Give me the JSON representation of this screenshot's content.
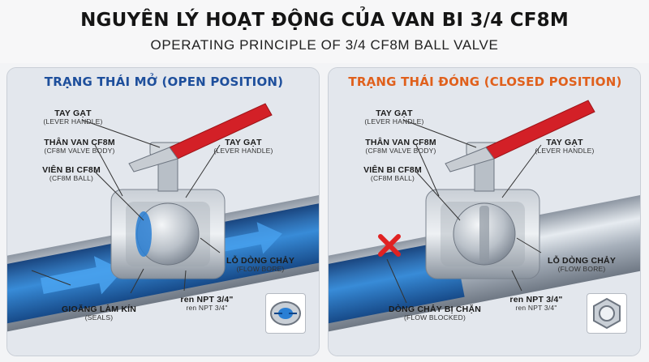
{
  "title": "NGUYÊN LÝ HOẠT ĐỘNG CỦA VAN BI 3/4 CF8M",
  "subtitle": "OPERATING PRINCIPLE OF 3/4 CF8M BALL VALVE",
  "colors": {
    "open_accent": "#1e4f9c",
    "closed_accent": "#e0601c",
    "handle_red": "#d32027",
    "water_blue": "#2a7fd4",
    "blocked_red": "#e02222"
  },
  "open_panel": {
    "title": "TRẠNG THÁI MỞ (OPEN POSITION)",
    "labels": {
      "lever_left": {
        "main": "TAY GẠT",
        "sub": "(LEVER HANDLE)"
      },
      "body": {
        "main": "THÂN VAN CF8M",
        "sub": "(CF8M VALVE BODY)"
      },
      "ball": {
        "main": "VIÊN BI CF8M",
        "sub": "(CF8M BALL)"
      },
      "lever_right": {
        "main": "TAY GẠT",
        "sub": "(LEVER HANDLE)"
      },
      "bore": {
        "main": "LỖ DÒNG CHẢY",
        "sub": "(FLOW BORE)"
      },
      "seals": {
        "main": "GIOĂNG LÀM KÍN",
        "sub": "(SEALS)"
      },
      "thread": {
        "main": "ren NPT 3/4\"",
        "sub": "ren NPT 3/4\""
      }
    },
    "inset_icon": "seal-ring-icon"
  },
  "closed_panel": {
    "title": "TRẠNG THÁI ĐÓNG (CLOSED POSITION)",
    "labels": {
      "lever_left": {
        "main": "TAY GẠT",
        "sub": "(LEVER HANDLE)"
      },
      "body": {
        "main": "THÂN VAN CF8M",
        "sub": "(CF8M VALVE BODY)"
      },
      "ball": {
        "main": "VIÊN BI CF8M",
        "sub": "(CF8M BALL)"
      },
      "lever_right": {
        "main": "TAY GẠT",
        "sub": "(LEVER HANDLE)"
      },
      "bore": {
        "main": "LỖ DÒNG CHẢY",
        "sub": "(FLOW BORE)"
      },
      "blocked": {
        "main": "DÒNG CHẢY BỊ CHẶN",
        "sub": "(FLOW BLOCKED)"
      },
      "thread": {
        "main": "ren NPT 3/4\"",
        "sub": "ren NPT 3/4\""
      }
    },
    "inset_icon": "hex-nut-icon",
    "blocked_icon": "x-mark-icon"
  }
}
